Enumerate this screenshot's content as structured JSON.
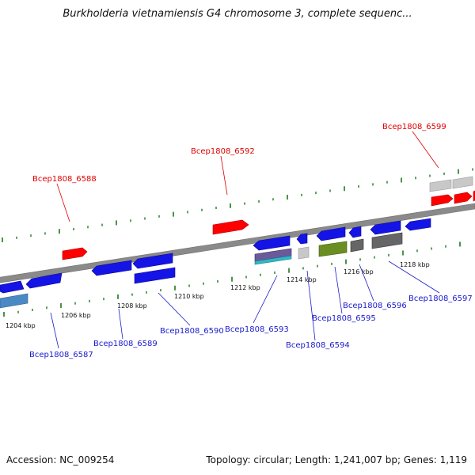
{
  "header": {
    "title": "Burkholderia vietnamiensis G4 chromosome 3, complete sequenc..."
  },
  "footer": {
    "accession": "Accession: NC_009254",
    "summary": "Topology: circular; Length: 1,241,007 bp; Genes: 1,119"
  },
  "colors": {
    "background": "#ffffff",
    "backbone": "#8a8a8a",
    "ticks": "#1a7a1a",
    "gene_forward_highlight": "#ff0000",
    "gene_blue": "#1414e6",
    "gene_green": "#6b8e23",
    "gene_gray": "#bdbdbd",
    "gene_dark_gray": "#666666",
    "gene_steel_blue": "#4a8ac4",
    "gene_teal": "#2fb8c8",
    "label_red": "#e00000",
    "label_blue": "#1a1acc"
  },
  "scale": {
    "unit": "kbp",
    "tick_labels": [
      "1204 kbp",
      "1206 kbp",
      "1208 kbp",
      "1210 kbp",
      "1212 kbp",
      "1214 kbp",
      "1216 kbp",
      "1218 kbp"
    ]
  },
  "genes": [
    {
      "locus": "Bcep1808_6588",
      "color": "red",
      "strand": "forward"
    },
    {
      "locus": "Bcep1808_6592",
      "color": "red",
      "strand": "forward"
    },
    {
      "locus": "Bcep1808_6599",
      "color": "red",
      "strand": "forward"
    },
    {
      "locus": "Bcep1808_6587",
      "color": "blue",
      "strand": "reverse"
    },
    {
      "locus": "Bcep1808_6589",
      "color": "blue",
      "strand": "reverse"
    },
    {
      "locus": "Bcep1808_6590",
      "color": "blue",
      "strand": "reverse"
    },
    {
      "locus": "Bcep1808_6593",
      "color": "blue",
      "strand": "reverse"
    },
    {
      "locus": "Bcep1808_6594",
      "color": "blue",
      "strand": "reverse"
    },
    {
      "locus": "Bcep1808_6595",
      "color": "blue",
      "strand": "reverse"
    },
    {
      "locus": "Bcep1808_6596",
      "color": "blue",
      "strand": "reverse"
    },
    {
      "locus": "Bcep1808_6597",
      "color": "blue",
      "strand": "reverse"
    }
  ]
}
